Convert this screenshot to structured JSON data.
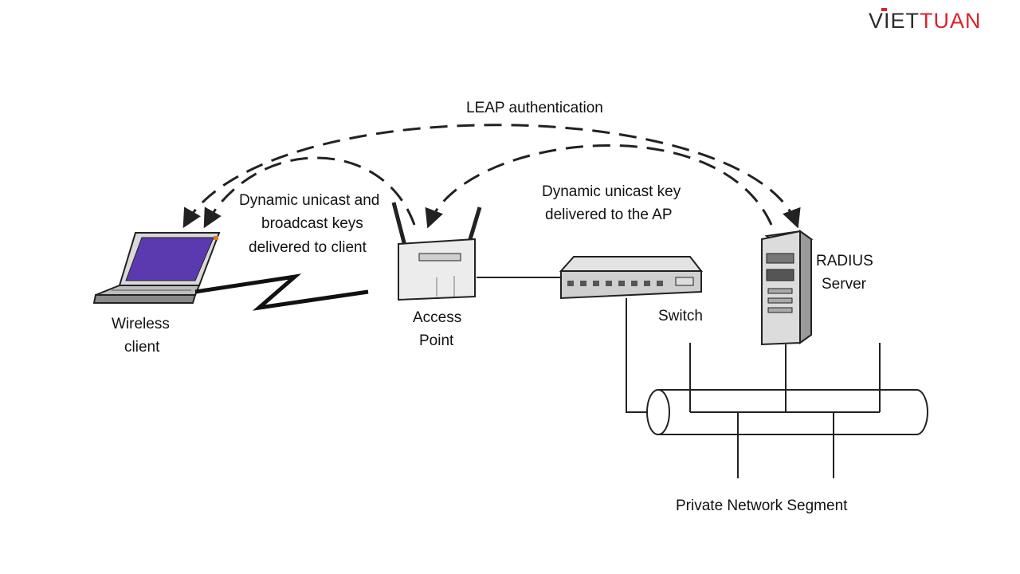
{
  "logo": {
    "part1": "VIET",
    "part2": "TUAN"
  },
  "colors": {
    "logo_dark": "#2b2b2b",
    "logo_red": "#d9232e",
    "laptop_screen": "#5b3ab0",
    "line": "#222222"
  },
  "labels": {
    "leap": "LEAP authentication",
    "client_keys_1": "Dynamic unicast and",
    "client_keys_2": "broadcast keys",
    "client_keys_3": "delivered to client",
    "ap_key_1": "Dynamic unicast key",
    "ap_key_2": "delivered to the AP",
    "radius_1": "RADIUS",
    "radius_2": "Server",
    "switch": "Switch",
    "wireless_1": "Wireless",
    "wireless_2": "client",
    "access_1": "Access",
    "access_2": "Point",
    "segment": "Private Network Segment"
  }
}
